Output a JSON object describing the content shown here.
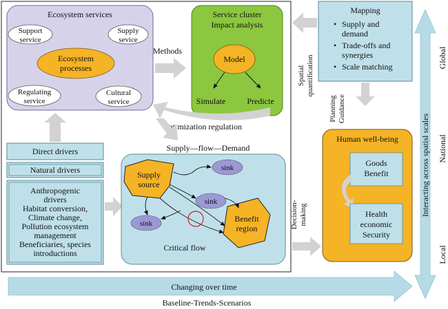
{
  "ecosystem_services": {
    "title": "Ecosystem services",
    "support": [
      "Support",
      "service"
    ],
    "supply": [
      "Supply",
      "sevice"
    ],
    "processes": [
      "Ecosystem",
      "processes"
    ],
    "regulating": [
      "Regulating",
      "service"
    ],
    "cultural": [
      "Cultural",
      "service"
    ]
  },
  "methods_label": "Methods",
  "service_cluster": {
    "title": [
      "Service cluster",
      "Impact analysis"
    ],
    "model": "Model",
    "simulate": "Simulate",
    "predicte": "Predicte"
  },
  "optimization_label": "Optimization regulation",
  "mapping": {
    "title": "Mapping",
    "items": [
      [
        "Supply and",
        "demand"
      ],
      [
        "Trade-offs and",
        "synergies"
      ],
      [
        "Scale matching"
      ]
    ]
  },
  "spatial_quantification": [
    "Spatial",
    "quantification"
  ],
  "planning_guidance": [
    "Planning",
    "Guidance"
  ],
  "decision_making": [
    "Decision-",
    "making"
  ],
  "human_wellbeing": {
    "title": "Human well-being",
    "goods": [
      "Goods",
      "Benefit"
    ],
    "health": [
      "Health",
      "economic",
      "Security"
    ]
  },
  "direct_drivers": {
    "title": "Direct drivers",
    "natural": "Natural drivers",
    "anthropogenic": [
      "Anthropogenic",
      "drivers",
      "Habitat conversion,",
      "Climate change,",
      "Pollution ecosystem",
      "management",
      "Beneficiaries, species",
      "introductions"
    ]
  },
  "supply_flow": {
    "title": "Supply—flow—Demand",
    "supply_source": [
      "Supply",
      "source"
    ],
    "sink_top": "sink",
    "sink_mid": "sink",
    "sink_left": "sink",
    "benefit_region": [
      "Benefit",
      "region"
    ],
    "critical_flow": "Critical flow"
  },
  "changing_over_time": "Changing over time",
  "baseline": "Baseline-Trends-Scenarios",
  "scales": {
    "axis_label": "Interacting across spatisl scales",
    "global": "Global",
    "national": "National",
    "local": "Local"
  },
  "colors": {
    "purple_box": "#d6d2ea",
    "green_box": "#8cc73f",
    "blue_box": "#bfe0ea",
    "orange": "#f5b326",
    "sink_purple": "#9c98d6",
    "arrow_gray": "#d2d2d2",
    "arrow_blue": "#b6dbe7"
  }
}
